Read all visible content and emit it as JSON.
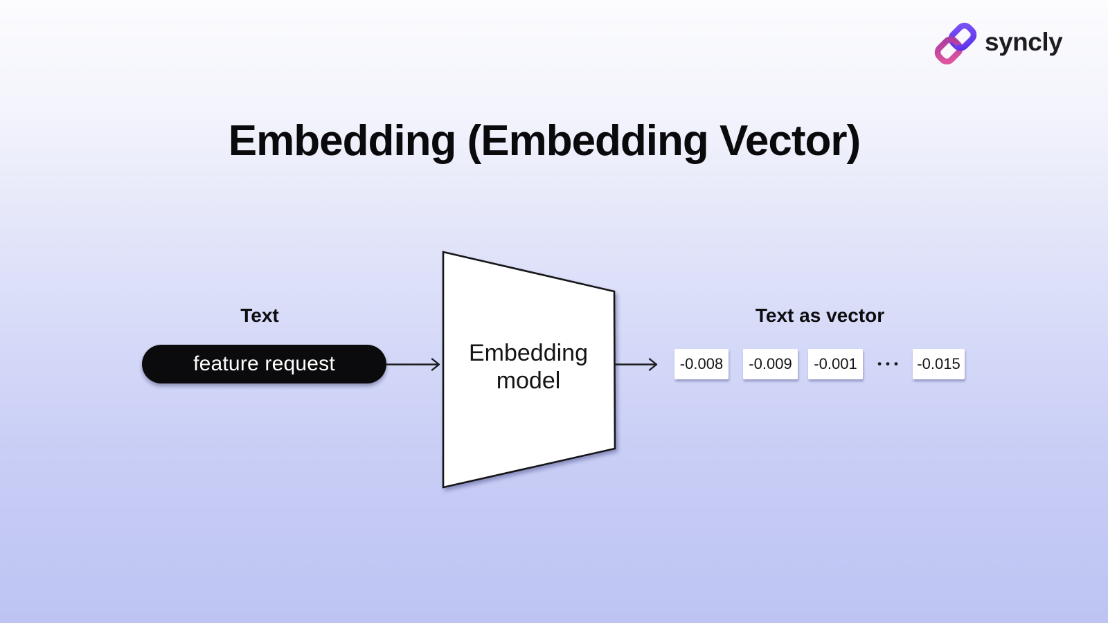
{
  "logo": {
    "brand": "syncly"
  },
  "title": "Embedding (Embedding Vector)",
  "diagram": {
    "input": {
      "label": "Text",
      "pill_text": "feature request"
    },
    "model": {
      "label": "Embedding model"
    },
    "output": {
      "label": "Text as vector",
      "values": [
        "-0.008",
        "-0.009",
        "-0.001",
        "-0.015"
      ],
      "ellipsis": "•••"
    }
  },
  "colors": {
    "accent_purple": "#6a42f2",
    "accent_pink": "#c53d9e",
    "pill_background": "#0b0b0d",
    "background_top": "#fcfcfe",
    "background_bottom": "#bdc4f2"
  }
}
